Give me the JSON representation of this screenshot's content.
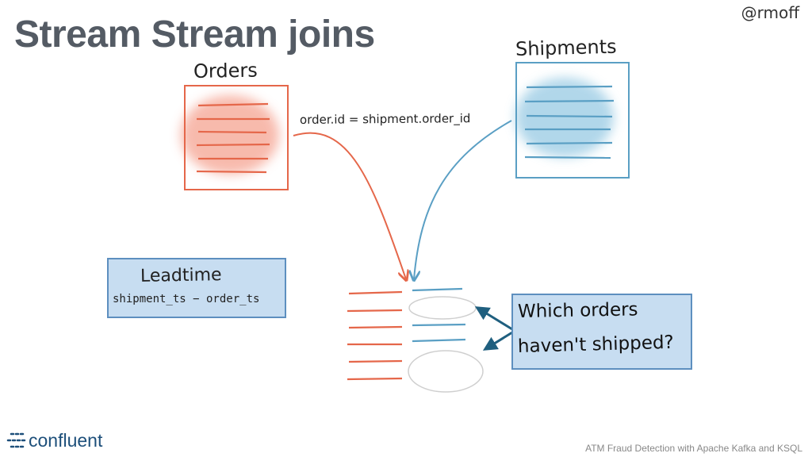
{
  "title": "Stream Stream joins",
  "handle": "@rmoff",
  "orders": {
    "label": "Orders",
    "color": "#e5674a",
    "fill": "#f7b3a4"
  },
  "shipments": {
    "label": "Shipments",
    "color": "#5a9fc4",
    "fill": "#a9d3e8"
  },
  "join_condition": "order.id = shipment.order_id",
  "leadtime": {
    "title": "Leadtime",
    "formula": "shipment_ts − order_ts",
    "box_color": "#c7ddf1"
  },
  "question": {
    "line1": "Which orders",
    "line2": "haven't shipped?",
    "box_color": "#c7ddf1"
  },
  "footer": {
    "text": "ATM Fraud Detection with Apache Kafka and KSQL"
  },
  "logo": {
    "text": "confluent"
  }
}
